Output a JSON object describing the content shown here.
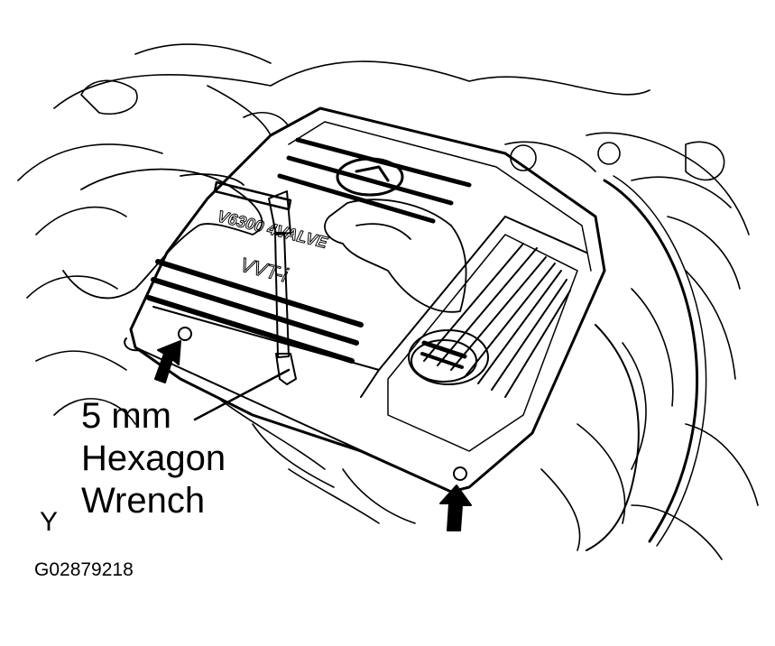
{
  "callout": {
    "line1": "5 mm",
    "line2": "Hexagon",
    "line3": "Wrench"
  },
  "view_letter": "Y",
  "figure_id": "G02879218",
  "cover_markings": {
    "model": "V6300 4VALVE",
    "variant": "VVT-i"
  },
  "arrows": 2,
  "icons": [
    "wrench-icon",
    "arrow-up-icon",
    "brand-emblem-icon"
  ]
}
